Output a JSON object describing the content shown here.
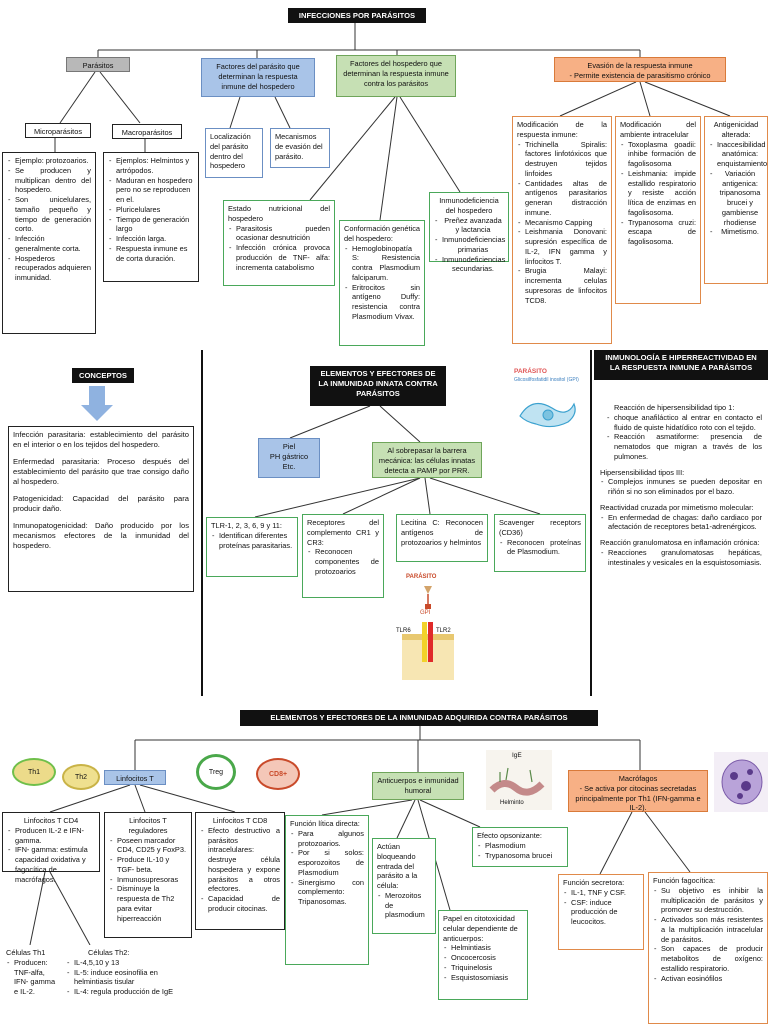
{
  "title": "INFECCIONES POR PARÁSITOS",
  "top": {
    "parasitos": "Parásitos",
    "microparasitos": "Microparásitos",
    "macroparasitos": "Macroparásitos",
    "micro_items": [
      "Ejemplo: protozoarios.",
      "Se producen y multiplican dentro del hospedero.",
      "Son unicelulares, tamaño pequeño y tiempo de generación corto.",
      "Infección generalmente corta.",
      "Hospederos recuperados adquieren inmunidad."
    ],
    "macro_items": [
      "Ejemplos: Helmintos y artrópodos.",
      "Maduran en hospedero pero no se reproducen en el.",
      "Pluricelulares",
      "Tiempo de generación largo",
      "Infección larga.",
      "Respuesta inmune es de corta duración."
    ],
    "factores_parasito": "Factores del parásito que determinan la respuesta inmune del hospedero",
    "localizacion": "Localización del parásito dentro del hospedero",
    "mecanismos_evasion": "Mecanismos de evasión del parásito.",
    "factores_hospedero": "Factores del hospedero que determinan la respuesta inmune contra los parásitos",
    "estado_title": "Estado nutricional del hospedero",
    "estado_items": [
      "Parasitosis pueden ocasionar desnutrición",
      "Infección crónica provoca producción de TNF- alfa: incrementa catabolismo"
    ],
    "conformacion_title": "Conformación genética del hospedero:",
    "conformacion_items": [
      "Hemoglobinopatía S: Resistencia contra Plasmodium falciparum.",
      "Eritrocitos sin antígeno Duffy: resistencia contra Plasmodium Vivax."
    ],
    "inmunodef_title": "Inmunodeficiencia del hospedero",
    "inmunodef_items": [
      "Preñez avanzada y lactancia",
      "Inmunodeficiencias primarias",
      "Inmunodeficiencias secundarias."
    ],
    "evasion": "Evasión de la respuesta inmune",
    "evasion_sub": "- Permite existencia de parasitismo crónico",
    "modif_resp_title": "Modificación de la respuesta inmune:",
    "modif_resp_items": [
      "Trichinella Spiralis: factores linfotóxicos que destruyen tejidos linfoides",
      "Cantidades altas de antígenos parasitarios generan distracción inmune.",
      "Mecanismo Capping",
      "Leishmania Donovani: supresión específica de IL-2, IFN gamma y linfocitos T.",
      "Brugia Malayi: incrementa celulas supresoras de linfocitos TCD8."
    ],
    "modif_amb_title": "Modificación del ambiente intracelular",
    "modif_amb_items": [
      "Toxoplasma goadii: inhibe formación de fagolisosoma",
      "Leishmania: impide estallido respiratorio y resiste acción lítica de enzimas en fagolisosoma.",
      "Trypanosoma cruzi: escapa de fagolisosoma."
    ],
    "antigen_title": "Antigenicidad alterada:",
    "antigen_items": [
      "Inaccesibilidad anatómica: enquistamiento",
      "Variación antigenica: tripanosoma brucei y gambiense rhodiense",
      "Mimetismo."
    ]
  },
  "conceptos": {
    "label": "CONCEPTOS",
    "paragraphs": [
      "Infección parasitaria: establecimiento del parásito en el interior o en los tejidos del hospedero.",
      "Enfermedad parasitaria: Proceso después del establecimiento del parásito que trae consigo daño al hospedero.",
      "Patogenicidad: Capacidad del parásito para producir daño.",
      "Inmunopatogenicidad: Daño producido por los mecanismos efectores de la inmunidad del hospedero."
    ]
  },
  "innata": {
    "title": "ELEMENTOS Y EFECTORES DE LA INMUNIDAD INNATA CONTRA PARÁSITOS",
    "piel": "Piel\nPH gástrico\nEtc.",
    "barrera": "Al sobrepasar la barrera mecánica: las células innatas detecta a PAMP por PRR.",
    "tlr_title": "TLR-1, 2, 3, 6, 9 y 11:",
    "tlr_item": "Identifican diferentes proteínas parasitarias.",
    "receptores_title": "Receptores del complemento CR1 y CR3:",
    "receptores_item": "Reconocen componentes de protozoarios",
    "lecitina": "Lecitina C: Reconocen antígenos de protozoarios y helmintos",
    "scavenger_title": "Scavenger receptors (CD36)",
    "scavenger_item": "Reconocen proteínas de Plasmodium.",
    "img_parasito": "PARÁSITO",
    "img_gpi": "Glicosilfosfatidil inositol (GPI)",
    "img_gpi_short": "GPI",
    "img_tlr6": "TLR6",
    "img_tlr2": "TLR2",
    "img_parasito2": "PARÁSITO"
  },
  "hiper": {
    "title": "INMUNOLOGÍA E HIPERREACTIVIDAD EN LA RESPUESTA INMUNE A PARÁSITOS",
    "s1_title": "Reacción de hipersensibilidad tipo 1:",
    "s1_items": [
      "choque anafiláctico al entrar en contacto el fluido de quiste hidatídico roto con el tejido.",
      "Reacción asmatiforme: presencia de nematodos que migran a través de los pulmones."
    ],
    "s2_title": "Hipersensibilidad tipos III:",
    "s2_items": [
      "Complejos inmunes se pueden depositar en riñón si no son eliminados por el bazo."
    ],
    "s3_title": "Reactividad cruzada por mimetismo molecular:",
    "s3_items": [
      "En enfermedad de chagas: daño cardiaco por afectación de receptores beta1-adrenérgicos."
    ],
    "s4_title": "Reacción granulomatosa en inflamación crónica:",
    "s4_items": [
      "Reacciones granulomatosas hepáticas, intestinales y vesicales en la esquistosomiasis."
    ]
  },
  "adquirida": {
    "title": "ELEMENTOS Y EFECTORES DE LA INMUNIDAD ADQUIRIDA CONTRA PARÁSITOS",
    "th1": "Th1",
    "th2": "Th2",
    "treg": "Treg",
    "cd8": "CD8+",
    "linfocitos_t": "Linfocitos T",
    "cd4_title": "Linfocitos T CD4",
    "cd4_items": [
      "Producen IL-2 e IFN-gamma.",
      "IFN- gamma: estimula capacidad oxidativa y fagocítica de macrófagos."
    ],
    "reg_title": "Linfocitos T reguladores",
    "reg_items": [
      "Poseen marcador CD4, CD25 y FoxP3.",
      "Produce IL-10 y TGF- beta.",
      "Inmunosupresoras",
      "Disminuye la respuesta de Th2 para evitar hiperreacción"
    ],
    "cd8_title": "Linfocitos T CD8",
    "cd8_items": [
      "Efecto destructivo a parásitos intracelulares: destruye célula hospedera y expone parásitos a otros efectores.",
      "Capacidad de producir citocinas."
    ],
    "th1_cells": "Células Th1",
    "th1_items": [
      "Producen: TNF-alfa, IFN- gamma e IL-2."
    ],
    "th2_cells": "Células Th2:",
    "th2_items": [
      "IL-4,5,10 y 13",
      "IL-5: induce eosinofilia en helmintiasis tisular",
      "IL-4: regula producción de IgE"
    ],
    "anticuerpos": "Anticuerpos e inmunidad humoral",
    "ige_label": "IgE",
    "helminto_label": "Helminto",
    "litica_title": "Función lítica directa:",
    "litica_items": [
      "Para algunos protozoarios.",
      "Por si solos: esporozoitos de Plasmodium",
      "Sinergismo con complemento: Tripanosomas."
    ],
    "bloqueando": "Actúan bloqueando entrada del parásito a la célula:",
    "bloqueando_item": "Merozoitos de plasmodium",
    "opsonizante_title": "Efecto opsonizante:",
    "opsonizante_items": [
      "Plasmodium",
      "Trypanosoma brucei"
    ],
    "citotox_title": "Papel en citotoxicidad celular dependiente de anticuerpos:",
    "citotox_items": [
      "Helmintiasis",
      "Oncocercosis",
      "Triquinelosis",
      "Esquistosomiasis"
    ],
    "macrofagos": "Macrófagos",
    "macrofagos_sub": "- Se activa por citocinas secretadas principalmente por Th1 (IFN-gamma e IL-2).",
    "secretora_title": "Función secretora:",
    "secretora_items": [
      "IL-1, TNF y CSF.",
      "CSF: induce producción de leucocitos."
    ],
    "fagocitica_title": "Función fagocítica:",
    "fagocitica_items": [
      "Su objetivo es inhibir la multiplicación de parásitos y promover su destrucción.",
      "Activados son más resistentes a la multiplicación intracelular de parásitos.",
      "Son capaces de producir metabolitos de oxígeno: estallido respiratorio.",
      "Activan eosinófilos"
    ]
  },
  "colors": {
    "dark": "#111111",
    "blue": "#a9c4e8",
    "green": "#c6e0b4",
    "orange": "#f7b085",
    "green_border": "#4aa85a",
    "orange_border": "#e08a4a",
    "arrow_blue": "#8fb2e0"
  }
}
